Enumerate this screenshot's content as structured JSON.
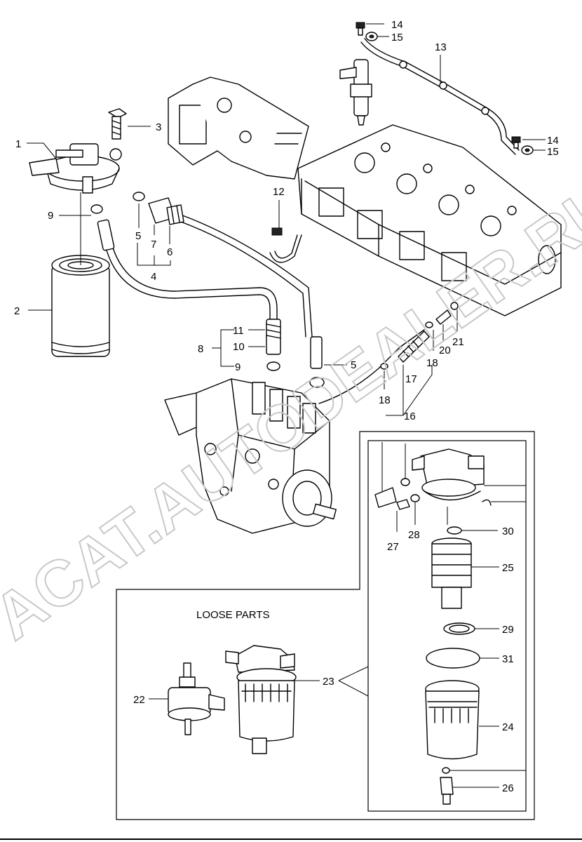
{
  "watermark": "ACAT.AUTODEALER.RU",
  "loose_parts_label": "LOOSE PARTS",
  "callouts": {
    "c1": "1",
    "c2": "2",
    "c3": "3",
    "c4": "4",
    "c5a": "5",
    "c5b": "5",
    "c6": "6",
    "c7": "7",
    "c8": "8",
    "c9a": "9",
    "c9b": "9",
    "c10": "10",
    "c11": "11",
    "c12": "12",
    "c13": "13",
    "c14a": "14",
    "c14b": "14",
    "c15a": "15",
    "c15b": "15",
    "c16": "16",
    "c17": "17",
    "c18a": "18",
    "c18b": "18",
    "c20": "20",
    "c21": "21",
    "c22": "22",
    "c23": "23",
    "c24": "24",
    "c25": "25",
    "c26": "26",
    "c27": "27",
    "c28": "28",
    "c29": "29",
    "c30": "30",
    "c31": "31"
  }
}
